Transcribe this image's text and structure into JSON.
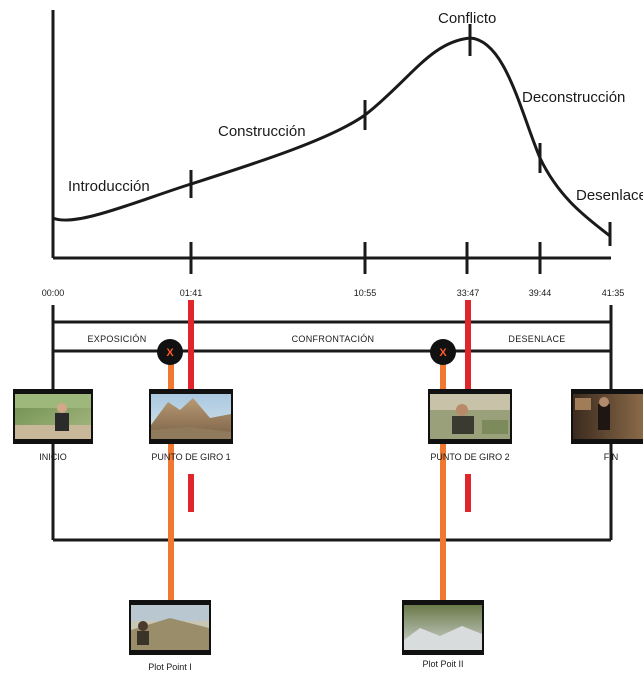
{
  "curve": {
    "phases": [
      "Introducción",
      "Construcción",
      "Conflicto",
      "Deconstrucción",
      "Desenlace"
    ]
  },
  "timeline": {
    "timestamps": [
      "00:00",
      "01:41",
      "10:55",
      "33:47",
      "39:44",
      "41:35"
    ]
  },
  "acts": [
    "EXPOSICIÓN",
    "CONFRONTACIÓN",
    "DESENLACE"
  ],
  "markers": {
    "symbol": "X"
  },
  "frames": {
    "inicio": "INICIO",
    "punto_giro_1": "PUNTO DE GIRO 1",
    "punto_giro_2": "PUNTO DE GIRO 2",
    "fin": "FIN",
    "plot_point_1": "Plot Point I",
    "plot_point_2": "Plot Poit II"
  },
  "colors": {
    "line": "#1a1a1a",
    "turning_point": "#e0262b",
    "plot_point": "#f07830",
    "marker_fill": "#111111",
    "marker_text": "#ff5a2a"
  }
}
